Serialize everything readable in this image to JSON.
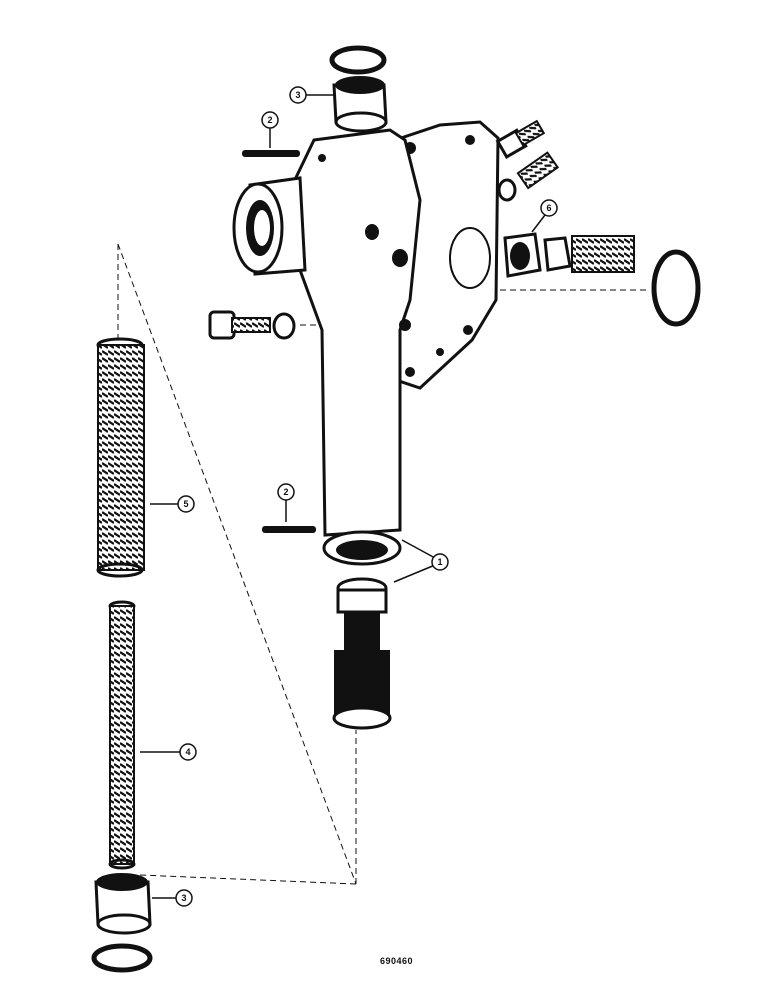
{
  "figure": {
    "code": "690460",
    "callouts": [
      {
        "id": "c1",
        "label": "1"
      },
      {
        "id": "c2a",
        "label": "2"
      },
      {
        "id": "c2b",
        "label": "2"
      },
      {
        "id": "c3a",
        "label": "3"
      },
      {
        "id": "c3b",
        "label": "3"
      },
      {
        "id": "c4",
        "label": "4"
      },
      {
        "id": "c5",
        "label": "5"
      },
      {
        "id": "c6",
        "label": "6"
      }
    ]
  }
}
